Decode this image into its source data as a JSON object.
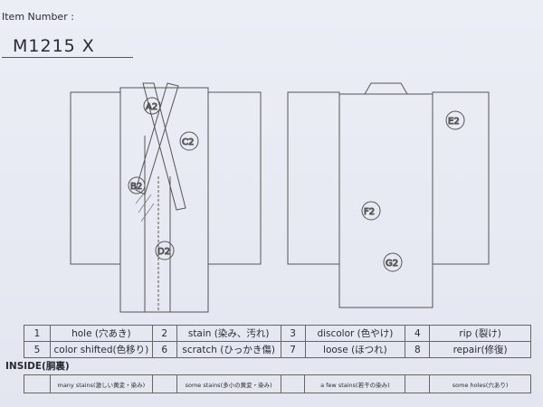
{
  "item_number": {
    "label": "Item Number :",
    "value": "M1215  X"
  },
  "marks": {
    "front": [
      "A2",
      "B2",
      "C2",
      "D2"
    ],
    "back": [
      "E2",
      "F2",
      "G2"
    ]
  },
  "legend": [
    {
      "num": "1",
      "label": "hole (穴あき)"
    },
    {
      "num": "2",
      "label": "stain (染み、汚れ)"
    },
    {
      "num": "3",
      "label": "discolor (色やけ)"
    },
    {
      "num": "4",
      "label": "rip (裂け)"
    },
    {
      "num": "5",
      "label": "color shifted(色移り)"
    },
    {
      "num": "6",
      "label": "scratch (ひっかき傷)"
    },
    {
      "num": "7",
      "label": "loose (ほつれ)"
    },
    {
      "num": "8",
      "label": "repair(修復)"
    }
  ],
  "inside": {
    "title": "INSIDE(胴裏)",
    "items": [
      "many stains(激しい黄変・染み)",
      "some stains(多小の黄変・染み)",
      "a few stains(若干の染み)",
      "some holes(穴あり)"
    ]
  }
}
